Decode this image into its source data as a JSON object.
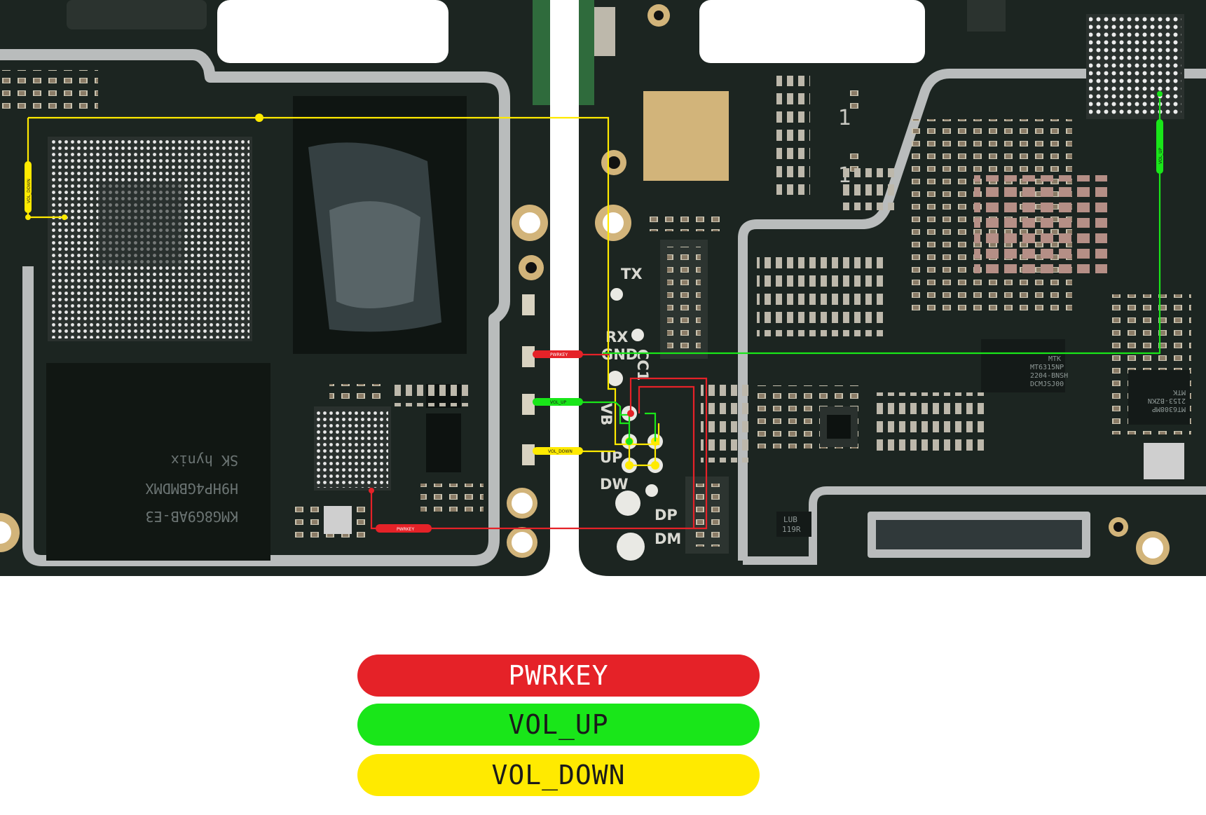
{
  "signals": [
    {
      "id": "pwrkey",
      "label": "PWRKEY",
      "color": "#e52228",
      "text_color": "#ffffff"
    },
    {
      "id": "vol_up",
      "label": "VOL_UP",
      "color": "#19e619",
      "text_color": "#1a1a1a"
    },
    {
      "id": "vol_down",
      "label": "VOL_DOWN",
      "color": "#ffea00",
      "text_color": "#1a1a1a"
    }
  ],
  "board_labels": {
    "tx": "TX",
    "rx": "RX",
    "gnd": "GND",
    "cc1": "CC1",
    "vbus": "VB",
    "up": "UP",
    "dw": "DW",
    "dp": "DP",
    "dm": "DM"
  },
  "pad_tags": {
    "pwrkey": "PWRKEY",
    "vol_up": "VOL_UP",
    "vol_down": "VOL_DOWN",
    "pwrkey_left": "PWRKEY",
    "vol_down_left": "VOL_DOWN",
    "vol_up_right": "VOL_UP"
  },
  "chip_text": {
    "memory_line1": "SK hynix",
    "memory_line2": "H9HP4GBMDMX",
    "emmc": "KMG8G9AB-E3",
    "mtk1_line1": "MTK",
    "mtk1_line2": "MT6315NP",
    "mtk1_line3": "2204-BNSH",
    "mtk1_line4": "DCMJSJ00",
    "mtk2_line1": "MT6308MP",
    "mtk2_line2": "2153-BZKN",
    "mtk2_line3": "MTK",
    "lub": "LUB",
    "lub2": "119R",
    "one_a": "1",
    "one_b": "1"
  },
  "colors": {
    "pcb": "#1c2521",
    "pcb_dark": "#0f1512",
    "shield": "#b9bcbc",
    "gold": "#d2b47a",
    "pad": "#e9e9e4"
  }
}
